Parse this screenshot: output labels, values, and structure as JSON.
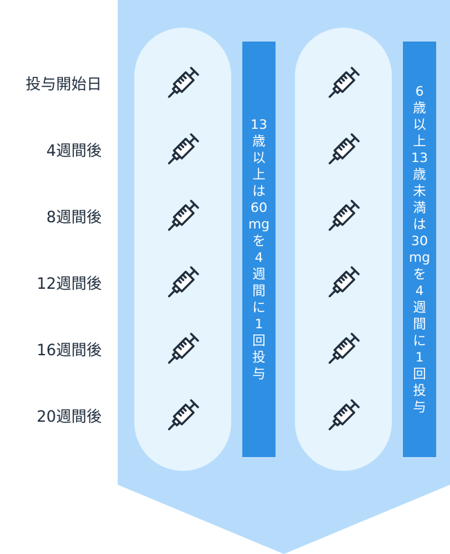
{
  "timeline": [
    "投与開始日",
    "4週間後",
    "8週間後",
    "12週間後",
    "16週間後",
    "20週間後"
  ],
  "groups": [
    {
      "label_lines": [
        "13",
        "歳",
        "以",
        "上",
        "は",
        "60",
        "mg",
        "を",
        "4",
        "週",
        "間",
        "に",
        "1",
        "回",
        "投",
        "与"
      ]
    },
    {
      "label_lines": [
        "6",
        "歳",
        "以",
        "上",
        "13",
        "歳",
        "未",
        "満",
        "は",
        "30",
        "mg",
        "を",
        "4",
        "週",
        "間",
        "に",
        "1",
        "回",
        "投",
        "与"
      ]
    }
  ],
  "icon": "syringe-icon",
  "colors": {
    "panel": "#b7dcfb",
    "capsule": "#e6f4fe",
    "bar": "#2f8fe3",
    "text": "#1f2d3d"
  }
}
